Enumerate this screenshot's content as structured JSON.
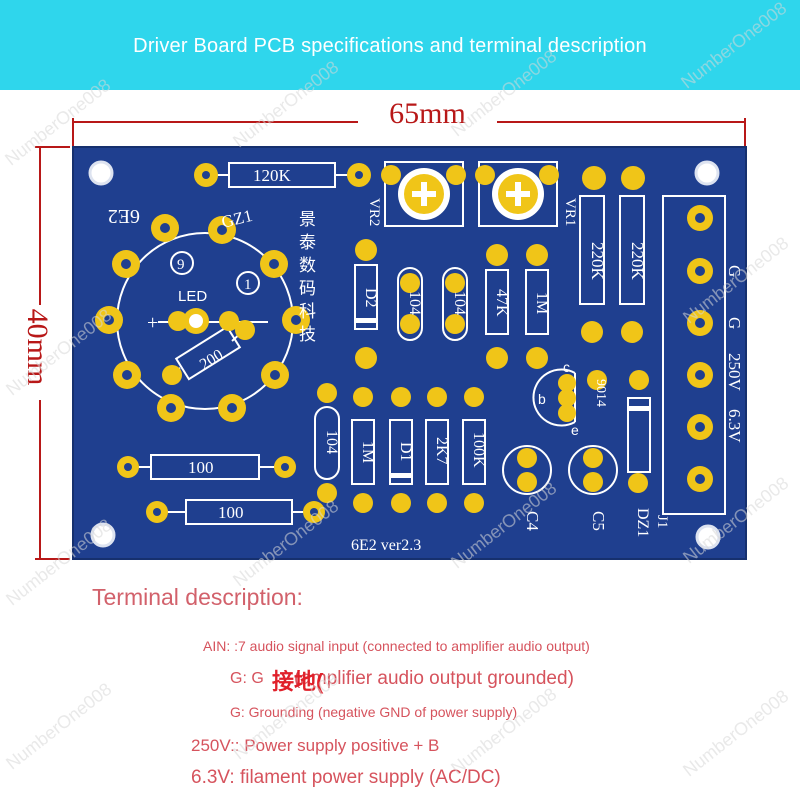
{
  "header": {
    "title": "Driver Board PCB specifications and terminal description"
  },
  "dimensions": {
    "width": "65mm",
    "height": "40mm"
  },
  "pcb": {
    "resistors": [
      "120K",
      "100",
      "100",
      "200",
      "220K",
      "220K",
      "47K",
      "1M",
      "1M",
      "2K7",
      "100K"
    ],
    "capacitors": [
      "104",
      "104",
      "104"
    ],
    "diodes": [
      "D2",
      "D1",
      "DZ1"
    ],
    "pots": [
      "VR2",
      "VR1"
    ],
    "tube_label": "6E2",
    "gz_label": "GZ1",
    "pin9": "9",
    "pin1": "1",
    "led_label": "LED",
    "plus": "+",
    "chinese_text": "景泰数码科技",
    "transistor_label": "9014",
    "pin_c": "c",
    "pin_b": "b",
    "pin_e": "e",
    "cap_c4": "C4",
    "cap_c5": "C5",
    "connector_label": "J1",
    "terminals": [
      "AIN",
      "G",
      "G",
      "250V",
      "6.3V"
    ],
    "version": "6E2 ver2.3"
  },
  "terminal_section": {
    "title": "Terminal description:",
    "lines": [
      "AIN: :7 audio signal input (connected to amplifier audio output)",
      "G: G",
      "(amplifier audio output grounded)",
      "G: Grounding (negative GND of power supply)",
      "250V:: Power supply positive + B",
      "6.3V: filament power supply (AC/DC)"
    ],
    "overlap_text": "接地("
  },
  "watermark": "NumberOne008",
  "colors": {
    "banner": "#2fd6ec",
    "board": "#1f3f8f",
    "pad": "#f0c518",
    "dimension": "#b81818",
    "text": "#d6535d"
  }
}
